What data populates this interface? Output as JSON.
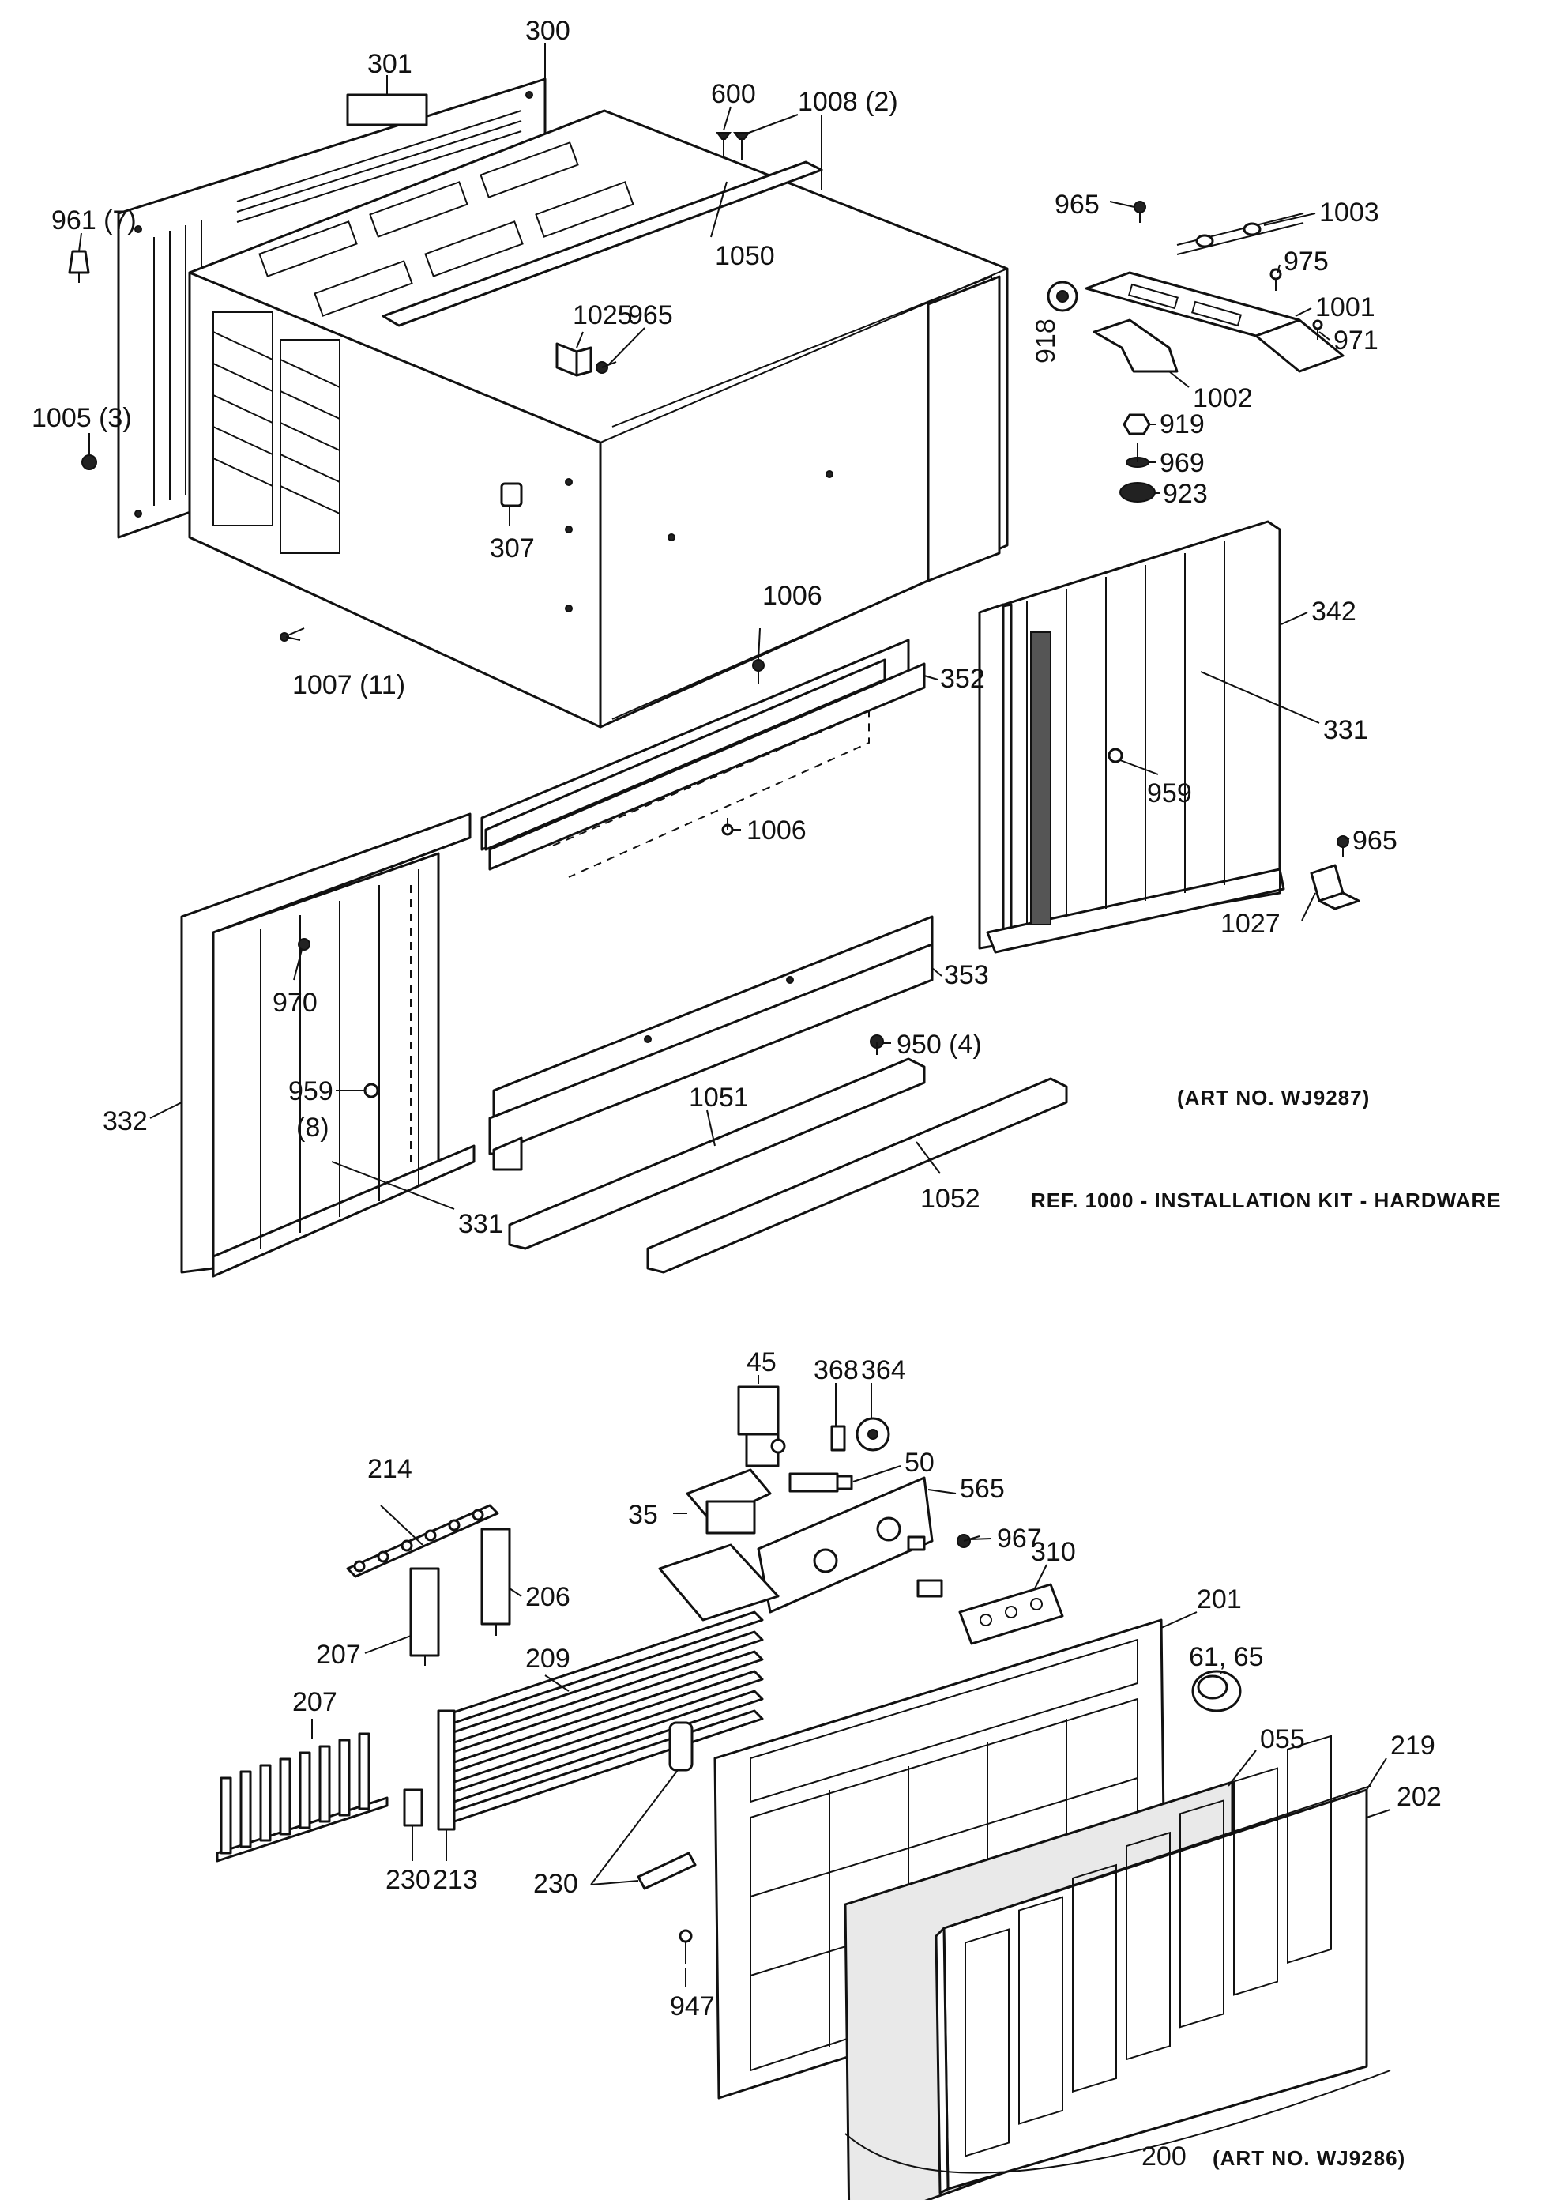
{
  "labels": {
    "l300": "300",
    "l301": "301",
    "l600": "600",
    "l1008": "1008 (2)",
    "l961": "961 (7)",
    "l1050": "1050",
    "l965a": "965",
    "l1003": "1003",
    "l975": "975",
    "l1025": "1025",
    "l965b": "965",
    "l1001": "1001",
    "l918": "918",
    "l971": "971",
    "l1002": "1002",
    "l1005": "1005 (3)",
    "l919": "919",
    "l969": "969",
    "l923": "923",
    "l307": "307",
    "l342": "342",
    "l1006a": "1006",
    "l1007": "1007 (11)",
    "l352": "352",
    "l331a": "331",
    "l959a": "959",
    "l1006b": "1006",
    "l965c": "965",
    "l1027": "1027",
    "l970": "970",
    "l353": "353",
    "l950": "950 (4)",
    "l959b": "959",
    "l959b2": "(8)",
    "l332": "332",
    "l1051": "1051",
    "l331b": "331",
    "l1052": "1052",
    "l45": "45",
    "l368": "368",
    "l364": "364",
    "l214": "214",
    "l50": "50",
    "l565": "565",
    "l35": "35",
    "l967": "967",
    "l206": "206",
    "l310": "310",
    "l207a": "207",
    "l201": "201",
    "l209": "209",
    "l6165": "61, 65",
    "l207b": "207",
    "l055": "055",
    "l219": "219",
    "l202": "202",
    "l230a": "230",
    "l213": "213",
    "l230b": "230",
    "l947": "947",
    "l200": "200"
  },
  "notes": {
    "art_top": "(ART NO. WJ9287)",
    "kit": "REF. 1000 - INSTALLATION KIT - HARDWARE",
    "art_bottom": "(ART NO. WJ9286)"
  }
}
